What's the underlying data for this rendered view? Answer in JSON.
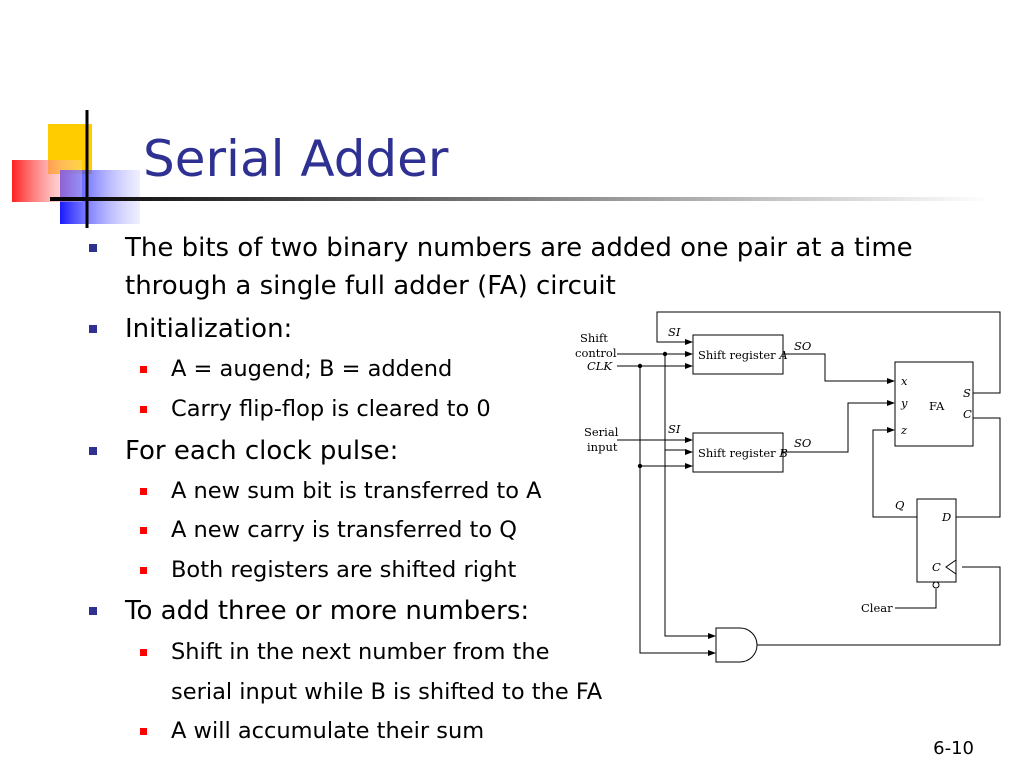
{
  "slide": {
    "title": "Serial Adder",
    "number": "6-10"
  },
  "bullets": [
    {
      "level": 1,
      "lines": [
        "The bits of two binary numbers are added one pair at a time",
        "through a single full adder (FA) circuit"
      ]
    },
    {
      "level": 1,
      "lines": [
        "Initialization:"
      ]
    },
    {
      "level": 2,
      "lines": [
        "A = augend; B = addend"
      ]
    },
    {
      "level": 2,
      "lines": [
        "Carry flip-flop is cleared to 0"
      ]
    },
    {
      "level": 1,
      "lines": [
        "For each clock pulse:"
      ]
    },
    {
      "level": 2,
      "lines": [
        "A new sum bit is transferred to A"
      ]
    },
    {
      "level": 2,
      "lines": [
        "A new carry is transferred to Q"
      ]
    },
    {
      "level": 2,
      "lines": [
        "Both registers are shifted right"
      ]
    },
    {
      "level": 1,
      "lines": [
        "To add three or more numbers:"
      ]
    },
    {
      "level": 2,
      "lines": [
        "Shift in the next number from the",
        "serial input while B is shifted to the FA"
      ]
    },
    {
      "level": 2,
      "lines": [
        "A will accumulate their sum"
      ]
    }
  ],
  "circuit": {
    "shift_label": "Shift",
    "control_label": "control",
    "clk_label": "CLK",
    "serial_label": "Serial",
    "input_label": "input",
    "si_a": "SI",
    "si_b": "SI",
    "reg_a_prefix": "Shift register",
    "reg_a_name": "A",
    "reg_b_prefix": "Shift register",
    "reg_b_name": "B",
    "so_a": "SO",
    "so_b": "SO",
    "fa_label": "FA",
    "fa_x": "x",
    "fa_y": "y",
    "fa_z": "z",
    "fa_s": "S",
    "fa_c": "C",
    "ff_d": "D",
    "ff_q": "Q",
    "ff_c": "C",
    "clear_label": "Clear"
  },
  "colors": {
    "title": "#2e3192",
    "level1_bullet": "#2e3192",
    "level2_bullet": "#ff0000"
  }
}
